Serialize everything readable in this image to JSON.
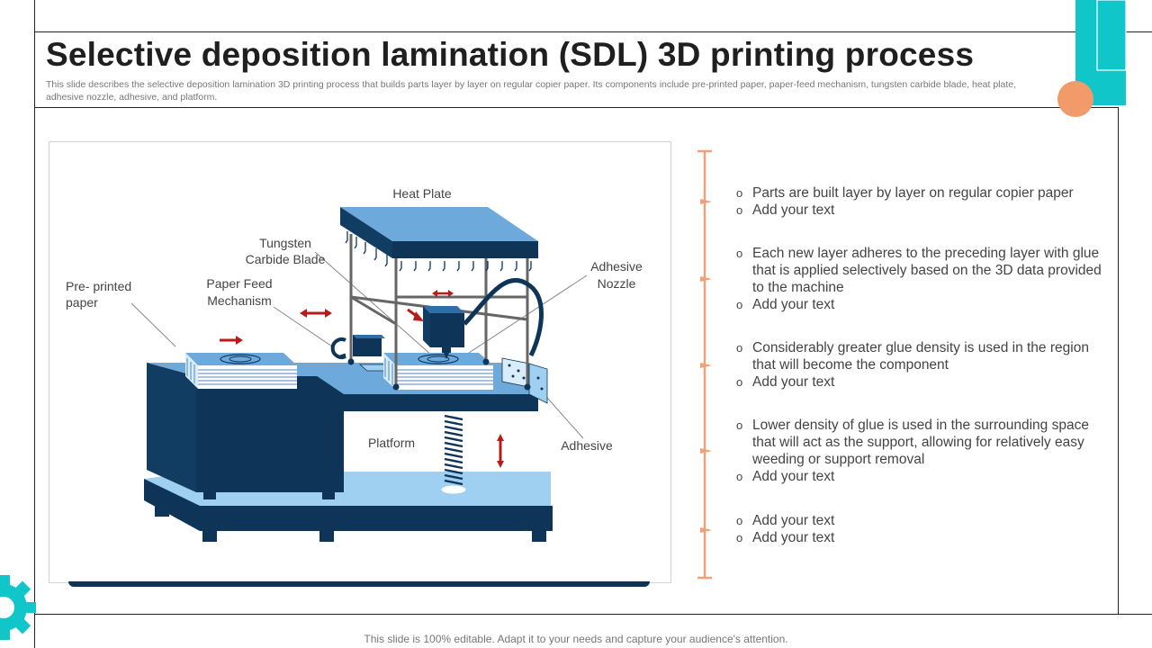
{
  "slide": {
    "title": "Selective deposition lamination (SDL) 3D printing process",
    "subtitle": "This slide describes the selective deposition lamination 3D printing process that builds parts layer by layer on regular copier paper. Its components include pre-printed paper, paper-feed mechanism, tungsten carbide blade, heat plate, adhesive nozzle, adhesive, and platform.",
    "footer": "This slide is 100% editable. Adapt it to your needs and capture your audience's attention."
  },
  "diagram": {
    "labels": {
      "heat_plate": "Heat Plate",
      "blade_1": "Tungsten",
      "blade_2": "Carbide Blade",
      "preprinted_1": "Pre- printed",
      "preprinted_2": "paper",
      "feed_1": "Paper Feed",
      "feed_2": "Mechanism",
      "nozzle_1": "Adhesive",
      "nozzle_2": "Nozzle",
      "platform": "Platform",
      "adhesive": "Adhesive"
    }
  },
  "bullets": [
    {
      "items": [
        "Parts are built layer by layer on regular copier paper",
        "Add your text"
      ]
    },
    {
      "items": [
        "Each new layer adheres to the preceding layer with glue that is applied selectively based on the 3D data provided to the machine",
        "Add your text"
      ]
    },
    {
      "items": [
        "Considerably greater glue density is used in the region that will become the component",
        "Add your text"
      ]
    },
    {
      "items": [
        "Lower density of glue is used in the surrounding space that will act as the support, allowing for relatively easy weeding or support removal",
        "Add your text"
      ]
    },
    {
      "items": [
        "Add your text",
        "Add your text"
      ]
    }
  ],
  "colors": {
    "accent_teal": "#10c6c8",
    "accent_orange": "#f39a6b",
    "navy": "#0e3557",
    "light_blue": "#6ea9dc",
    "timeline": "#f0a07a"
  }
}
